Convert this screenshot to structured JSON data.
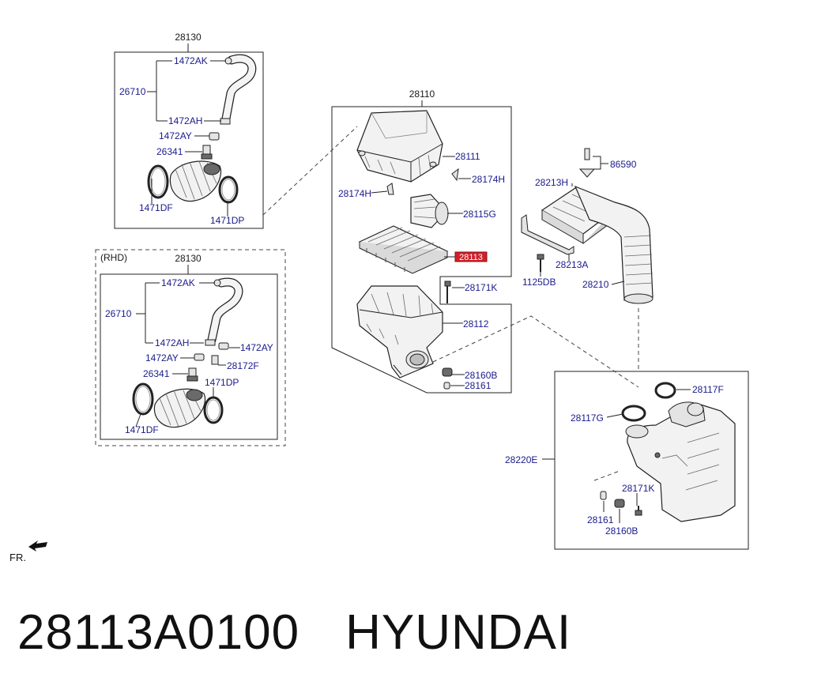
{
  "diagram": {
    "top_left_group": {
      "header": "28130",
      "labels": [
        "1472AK",
        "26710",
        "1472AH",
        "1472AY",
        "26341",
        "1471DF",
        "1471DP"
      ]
    },
    "rhd_group": {
      "tag": "(RHD)",
      "header": "28130",
      "labels": [
        "1472AK",
        "26710",
        "1472AH",
        "1472AY",
        "1472AY",
        "28172F",
        "26341",
        "1471DP",
        "1471DF"
      ]
    },
    "center_group": {
      "header": "28110",
      "labels": [
        "28111",
        "28174H",
        "28174H",
        "28115G",
        "28113",
        "28171K",
        "28112",
        "28160B",
        "28161"
      ],
      "highlighted_label": "28113"
    },
    "right_top_group": {
      "labels": [
        "86590",
        "28213H",
        "28213A",
        "1125DB",
        "28210"
      ]
    },
    "right_bottom_group": {
      "labels": [
        "28117F",
        "28117G",
        "28220E",
        "28171K",
        "28161",
        "28160B"
      ]
    },
    "front_indicator": "FR."
  },
  "caption": {
    "part_number": "28113A0100",
    "brand": "HYUNDAI"
  },
  "colors": {
    "label_text": "#1a1a8c",
    "highlight": "#d0202a",
    "lines": "#222222"
  }
}
